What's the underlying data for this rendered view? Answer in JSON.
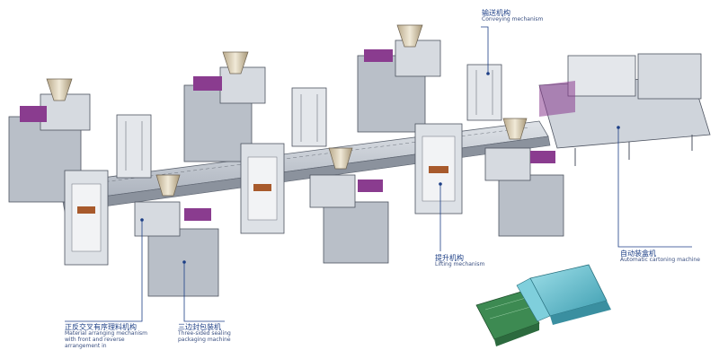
{
  "labels": {
    "conveying": {
      "zh": "输送机构",
      "en": "Conveying mechanism"
    },
    "lifting": {
      "zh": "提升机构",
      "en": "Lifting mechanism"
    },
    "cartoning": {
      "zh": "自动装盒机",
      "en": "Automatic cartoning machine"
    },
    "arranging": {
      "zh": "正反交叉有序理料机构",
      "en": "Material arranging mechanism with front and reverse arrangement in"
    },
    "sealing": {
      "zh": "三边封包装机",
      "en": "Three-sided sealing packaging machine"
    }
  },
  "colors": {
    "machine_gray": "#c9ced6",
    "machine_dark": "#8e96a3",
    "accent_purple": "#8a3c8f",
    "label_blue": "#1d3f86",
    "carton_teal": "#5fb9c8",
    "carton_green": "#3d8a52"
  }
}
